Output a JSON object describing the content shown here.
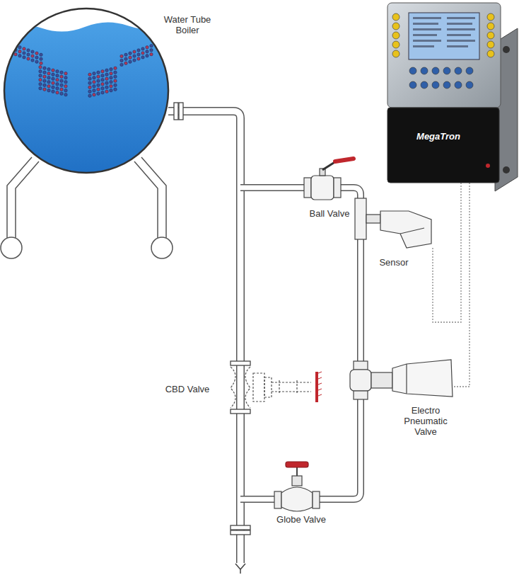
{
  "diagram": {
    "labels": [
      "Water Tube Boiler",
      "Ball Valve",
      "Sensor",
      "CBD Valve",
      "Electro Pneumatic Valve",
      "Globe Valve",
      "MegaTron"
    ]
  }
}
